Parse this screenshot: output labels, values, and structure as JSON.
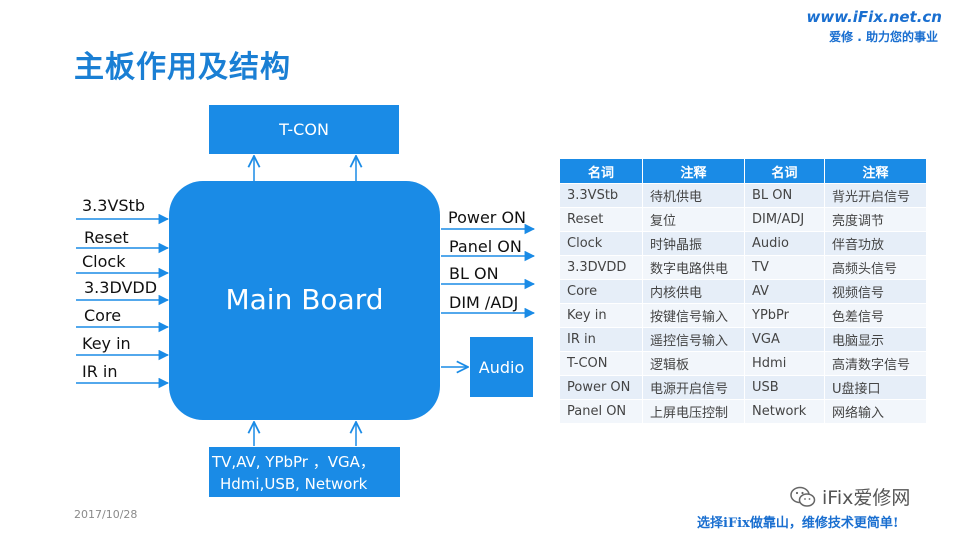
{
  "slide": {
    "title": "主板作用及结构",
    "date": "2017/10/28",
    "brand_url": "www.iFix.net.cn",
    "brand_sub": "爱修 . 助力您的事业",
    "brand_mark": "iFix",
    "wechat_name": "iFix爱修网",
    "slogan": "选择iFix做靠山，维修技术更简单!"
  },
  "diagram": {
    "tcon_label": "T-CON",
    "main_label": "Main Board",
    "audio_label": "Audio",
    "bottom_inputs_line1": "TV,AV, YPbPr ，VGA，",
    "bottom_inputs_line2": "Hdmi,USB, Network",
    "left_inputs": [
      "3.3VStb",
      "Reset",
      "Clock",
      "3.3DVDD",
      "Core",
      "Key in",
      "IR in"
    ],
    "right_outputs": [
      "Power ON",
      "Panel ON",
      "BL ON",
      "DIM /ADJ"
    ]
  },
  "glossary": {
    "headers": [
      "名词",
      "注释",
      "名词",
      "注释"
    ],
    "rows": [
      [
        "3.3VStb",
        "待机供电",
        "BL ON",
        "背光开启信号"
      ],
      [
        "Reset",
        "复位",
        "DIM/ADJ",
        "亮度调节"
      ],
      [
        "Clock",
        "时钟晶振",
        "Audio",
        "伴音功放"
      ],
      [
        "3.3DVDD",
        "数字电路供电",
        "TV",
        "高频头信号"
      ],
      [
        "Core",
        "内核供电",
        "AV",
        "视频信号"
      ],
      [
        "Key in",
        "按键信号输入",
        "YPbPr",
        "色差信号"
      ],
      [
        "IR in",
        "遥控信号输入",
        "VGA",
        "电脑显示"
      ],
      [
        "T-CON",
        "逻辑板",
        "Hdmi",
        "高清数字信号"
      ],
      [
        "Power ON",
        "电源开启信号",
        "USB",
        "U盘接口"
      ],
      [
        "Panel ON",
        "上屏电压控制",
        "Network",
        "网络输入"
      ]
    ]
  },
  "colors": {
    "accent": "#1a8be6",
    "title": "#1a7fd4",
    "row_odd": "#e6eef8",
    "row_even": "#f2f6fb"
  }
}
